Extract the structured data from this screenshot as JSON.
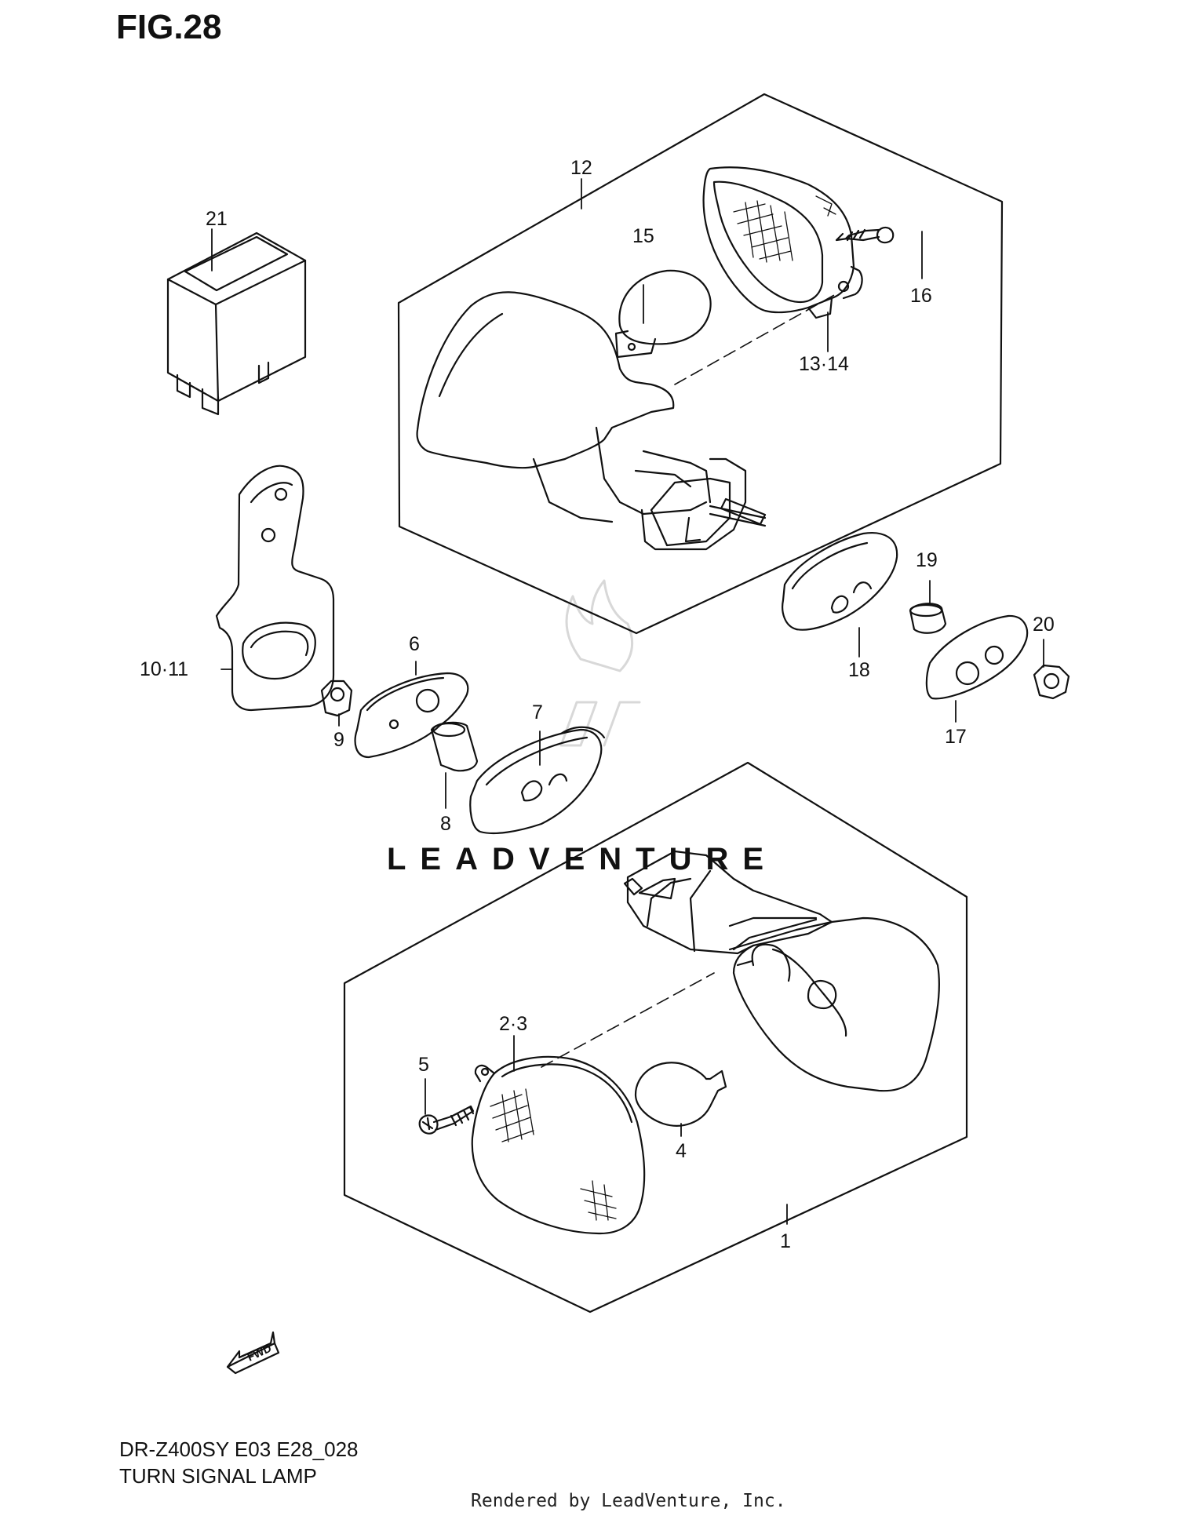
{
  "figure": {
    "title": "FIG.28",
    "model_code": "DR-Z400SY  E03  E28_028",
    "subtitle": "TURN SIGNAL LAMP",
    "render_credit": "Rendered by LeadVenture, Inc.",
    "fwd_label": "FWD",
    "watermark": "LEADVENTURE"
  },
  "callouts": {
    "c1": "1",
    "c2_3": "2·3",
    "c4": "4",
    "c5": "5",
    "c6": "6",
    "c7": "7",
    "c8": "8",
    "c9": "9",
    "c10_11": "10·11",
    "c12": "12",
    "c13_14": "13·14",
    "c15": "15",
    "c16": "16",
    "c17": "17",
    "c18": "18",
    "c19": "19",
    "c20": "20",
    "c21": "21"
  },
  "colors": {
    "ink": "#111111",
    "watermark": "#d8d8d8"
  }
}
